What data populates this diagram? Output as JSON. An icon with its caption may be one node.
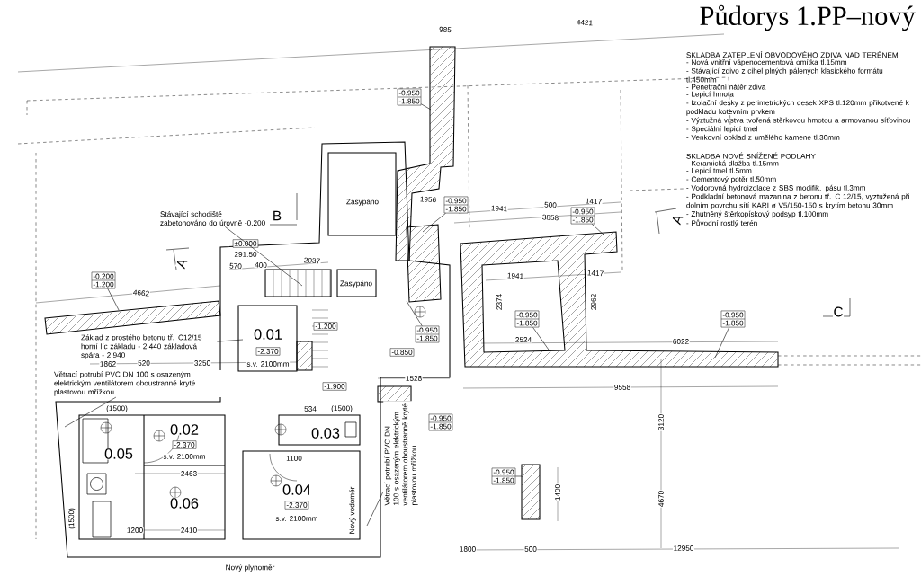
{
  "diagram": {
    "title": "Půdorys 1.PP–nový",
    "nodes": [
      {
        "text": [
          "-0.950",
          "-1.850"
        ]
      },
      {
        "text": [
          "-0.200",
          "-1.200"
        ]
      },
      {
        "text": [
          "±0.000"
        ]
      },
      {
        "text": [
          "Stávající schodiště zabetonováno do úrovně -0.200"
        ]
      },
      {
        "text": [
          "-0.950",
          "-1.850"
        ]
      },
      {
        "text": [
          "-0.950",
          "-1.850"
        ]
      },
      {
        "text": [
          "Základ z prostého betonu tř. C12/15 horní líc základu - 2.440 základová spára - 2.940"
        ]
      },
      {
        "text": [
          "-1.200"
        ]
      },
      {
        "text": [
          "-0.950",
          "-1.850"
        ]
      },
      {
        "text": [
          "-0.950",
          "-1.850"
        ]
      },
      {
        "text": [
          "-0.950",
          "-1.850"
        ]
      },
      {
        "text": [
          "-0.850"
        ]
      },
      {
        "text": [
          "-2.370"
        ]
      },
      {
        "text": [
          "Větrací potrubí PVC DN 100 s osazeným elektrickým ventilátorem oboustranně kryté plastovou mřížkou"
        ]
      },
      {
        "text": [
          "-1.900"
        ]
      },
      {
        "text": [
          "-0.950",
          "-1.850"
        ]
      },
      {
        "text": [
          "-2.370"
        ]
      },
      {
        "text": [
          "Větrací potrubí PVC DN 100 s osazeným elektrickým ventilátorem oboustranně kryté plastovou mřížkou"
        ]
      },
      {
        "text": [
          "-2.370"
        ]
      },
      {
        "text": [
          "-0.950",
          "-1.850"
        ]
      }
    ],
    "edges": [
      {
        "from": 0,
        "to": null,
        "arrow": "none"
      },
      {
        "from": 1,
        "to": null,
        "arrow": "none"
      },
      {
        "from": 3,
        "to": null,
        "arrow": "none"
      },
      {
        "from": 4,
        "to": null,
        "arrow": "none"
      },
      {
        "from": 5,
        "to": null,
        "arrow": "none"
      },
      {
        "from": 6,
        "to": null,
        "arrow": "none"
      },
      {
        "from": 8,
        "to": null,
        "arrow": "none"
      },
      {
        "from": 9,
        "to": null,
        "arrow": "none"
      },
      {
        "from": 10,
        "to": null,
        "arrow": "none"
      },
      {
        "from": 13,
        "to": null,
        "arrow": "none"
      },
      {
        "from": 17,
        "to": null,
        "arrow": "none"
      },
      {
        "from": 19,
        "to": null,
        "arrow": "none"
      }
    ],
    "labels": [
      "985",
      "4421",
      "SKLADBA ZATEPLENÍ OBVODOVÉHO ZDIVA NAD TERÉNEM",
      "- Nová vnitřní vápenocementová omítka tl.15mm",
      "- Stávající zdivo z cihel plných pálených klasického formátu tl.450mm",
      "- Penetrační nátěr zdiva",
      "- Lepicí hmota",
      "- Izolační desky z perimetrických desek XPS tl.120mm přikotvené k podkladu kotevním prvkem",
      "- Výztužná vrstva tvořená stěrkovou hmotou a armovanou síťovinou",
      "- Speciální lepicí tmel",
      "- Venkovní obklad z umělého kamene tl.30mm",
      "SKLADBA NOVÉ SNÍŽENÉ PODLAHY",
      "- Keramická dlažba tl.15mm",
      "- Lepicí tmel tl.5mm",
      "- Cementový potěr tl.50mm",
      "- Vodorovná hydroizolace z SBS modifik. pásu tl.3mm",
      "- Podkladní betonová mazanina z betonu tř. C 12/15, vyztužená při dolním povrchu sítí KARI ø V5/150-150 s krytím betonu 30mm",
      "- Zhutněný štěrkopískový podsyp tl.100mm",
      "- Původní rostlý terén",
      "B",
      "A",
      "A",
      "C",
      "Zasypáno",
      "Zasypáno",
      "4662",
      "570",
      "400",
      "2037",
      "291.50",
      "1862",
      "520",
      "3250",
      "1528",
      "1941",
      "500",
      "1417",
      "3858",
      "1956",
      "1941",
      "1417",
      "2524",
      "6022",
      "9558",
      "3120",
      "1400",
      "4670",
      "1800",
      "500",
      "12950",
      "0.01",
      "s.v. 2100mm",
      "(1500)",
      "0.02",
      "s.v. 2100mm",
      "0.05",
      "2463",
      "0.06",
      "(1500)",
      "1200",
      "2410",
      "534",
      "(1500)",
      "0.03",
      "0.04",
      "s.v. 2100mm",
      "Nový vodoměr",
      "Nový plynoměr",
      "1100",
      "2374",
      "2962"
    ]
  }
}
